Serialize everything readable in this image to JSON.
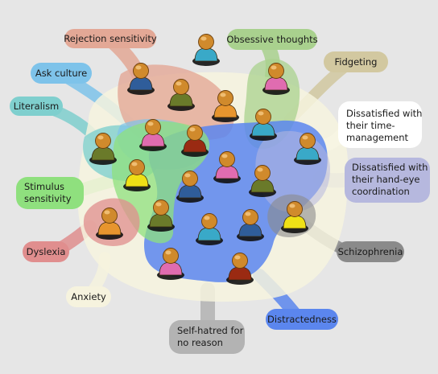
{
  "labels": {
    "rejection": "Rejection sensitivity",
    "obsessive": "Obsessive thoughts",
    "fidgeting": "Fidgeting",
    "ask_culture": "Ask culture",
    "literalism": "Literalism",
    "time_mgmt": [
      "Dissatisfied with",
      "their time-",
      "management"
    ],
    "hand_eye": [
      "Dissatisfied with",
      "their hand-eye",
      "coordination"
    ],
    "stimulus": [
      "Stimulus",
      "sensitivity"
    ],
    "schizophrenia": "Schizophrenia",
    "dyslexia": "Dyslexia",
    "anxiety": "Anxiety",
    "self_hatred": [
      "Self-hatred for",
      "no reason"
    ],
    "distractedness": "Distractedness"
  },
  "colors": {
    "background": "#e6e6e6",
    "rejection": "#e3a896",
    "obsessive": "#a9d18e",
    "fidgeting": "#d2c8a0",
    "ask_culture": "#7ec3ea",
    "literalism": "#7fcfce",
    "time_mgmt": "#ffffff",
    "hand_eye": "#b6b8de",
    "stimulus": "#8fe07e",
    "schizophrenia": "#8a8a8a",
    "dyslexia": "#e08e8e",
    "anxiety": "#f6f3de",
    "self_hatred": "#b3b3b3",
    "distractedness": "#5b86ee",
    "person_head": "#d08a2c",
    "shirt_teal": "#39a9c8",
    "shirt_navy": "#2f5d9a",
    "shirt_olive": "#6a7a2a",
    "shirt_orange": "#e7952e",
    "shirt_pink": "#e06cb0",
    "shirt_red": "#9a2a12",
    "shirt_yellow": "#efe016"
  },
  "people": [
    {
      "shirt": "shirt_teal"
    },
    {
      "shirt": "shirt_navy"
    },
    {
      "shirt": "shirt_olive"
    },
    {
      "shirt": "shirt_orange"
    },
    {
      "shirt": "shirt_pink"
    },
    {
      "shirt": "shirt_pink"
    },
    {
      "shirt": "shirt_red"
    },
    {
      "shirt": "shirt_teal"
    },
    {
      "shirt": "shirt_olive"
    },
    {
      "shirt": "shirt_teal"
    },
    {
      "shirt": "shirt_yellow"
    },
    {
      "shirt": "shirt_navy"
    },
    {
      "shirt": "shirt_pink"
    },
    {
      "shirt": "shirt_olive"
    },
    {
      "shirt": "shirt_orange"
    },
    {
      "shirt": "shirt_olive"
    },
    {
      "shirt": "shirt_teal"
    },
    {
      "shirt": "shirt_navy"
    },
    {
      "shirt": "shirt_yellow"
    },
    {
      "shirt": "shirt_pink"
    },
    {
      "shirt": "shirt_red"
    }
  ]
}
